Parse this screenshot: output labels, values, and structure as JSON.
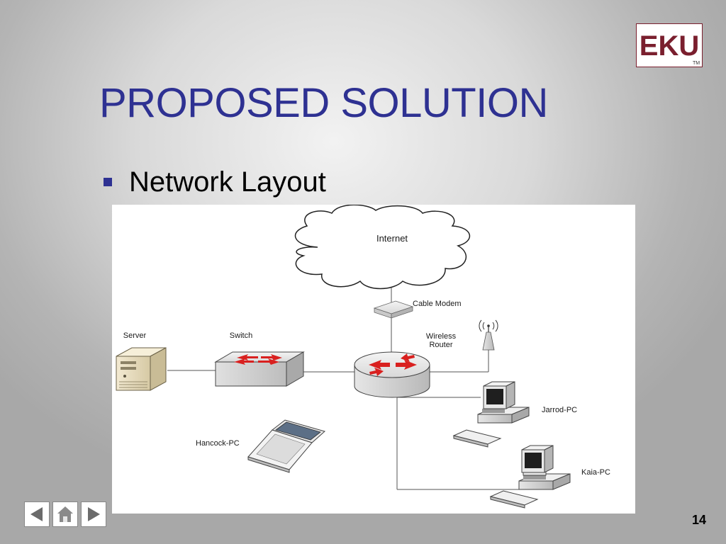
{
  "slide": {
    "title": "PROPOSED SOLUTION",
    "bullet": "Network Layout",
    "page_number": "14"
  },
  "logo": {
    "text": "EKU",
    "trademark": "TM",
    "color": "#7a1f2e"
  },
  "diagram": {
    "nodes": {
      "internet": "Internet",
      "cable_modem": "Cable Modem",
      "wireless_router_line1": "Wireless",
      "wireless_router_line2": "Router",
      "server": "Server",
      "switch": "Switch",
      "jarrod_pc": "Jarrod-PC",
      "hancock_pc": "Hancock-PC",
      "kaia_pc": "Kaia-PC"
    },
    "arrow_color": "#d9201f"
  },
  "nav": {
    "back_icon": "triangle-left-icon",
    "home_icon": "house-icon",
    "forward_icon": "triangle-right-icon"
  },
  "colors": {
    "title": "#2e3192",
    "bullet": "#2e3192"
  }
}
